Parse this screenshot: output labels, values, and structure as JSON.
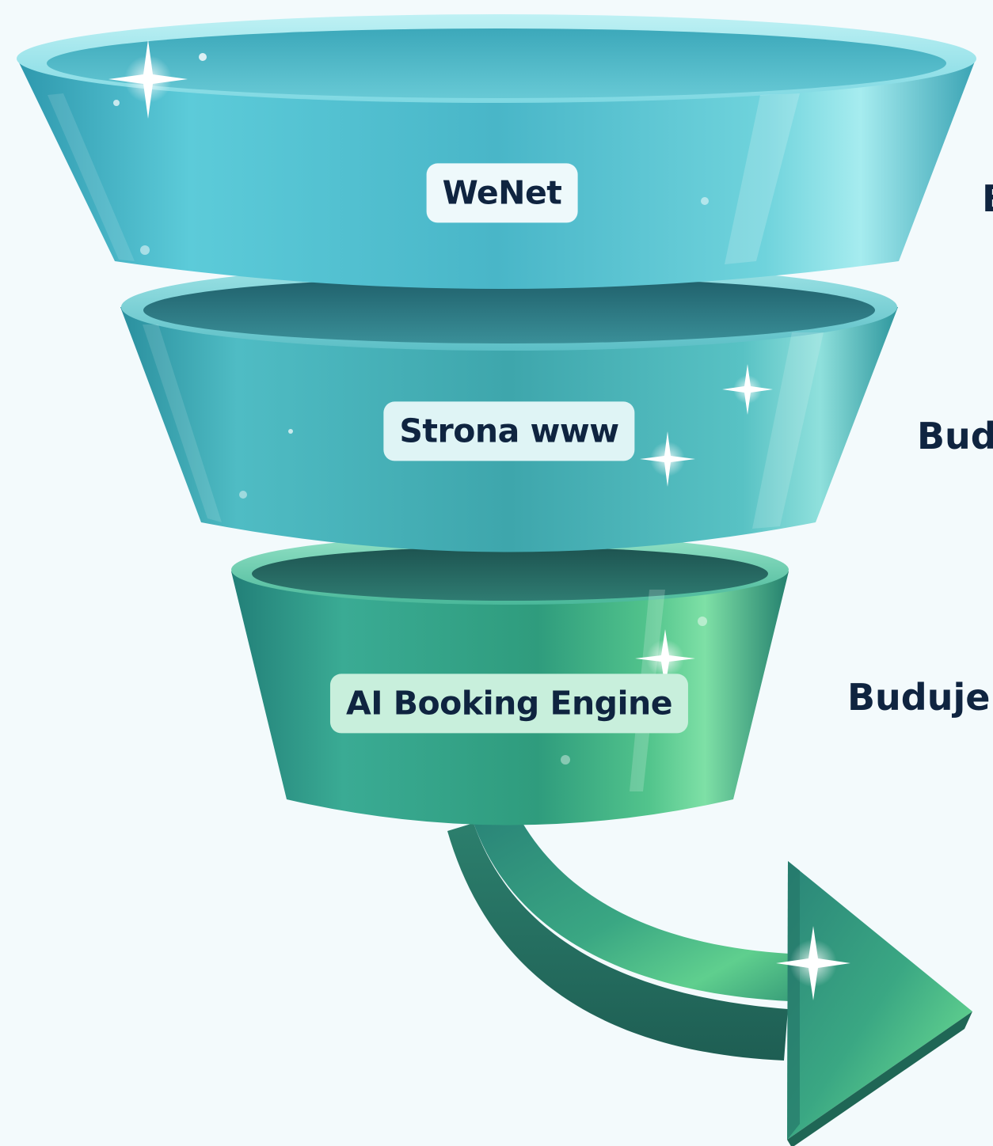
{
  "funnel": {
    "stages": [
      {
        "label": "WeNet"
      },
      {
        "label": "Strona www"
      },
      {
        "label": "AI Booking Engine"
      }
    ]
  },
  "side_texts": [
    {
      "text": "B"
    },
    {
      "text": "Bud"
    },
    {
      "text": "Buduje"
    }
  ],
  "colors": {
    "background": "#f3fafc",
    "top_tier": "#56c3d1",
    "middle_tier": "#3fadb0",
    "bottom_tier": "#33a37c",
    "arrow": "#2f9a73",
    "label_text": "#0f2440"
  },
  "icons": {
    "arrow": "curved-arrow-icon",
    "sparkle": "sparkle-icon"
  }
}
